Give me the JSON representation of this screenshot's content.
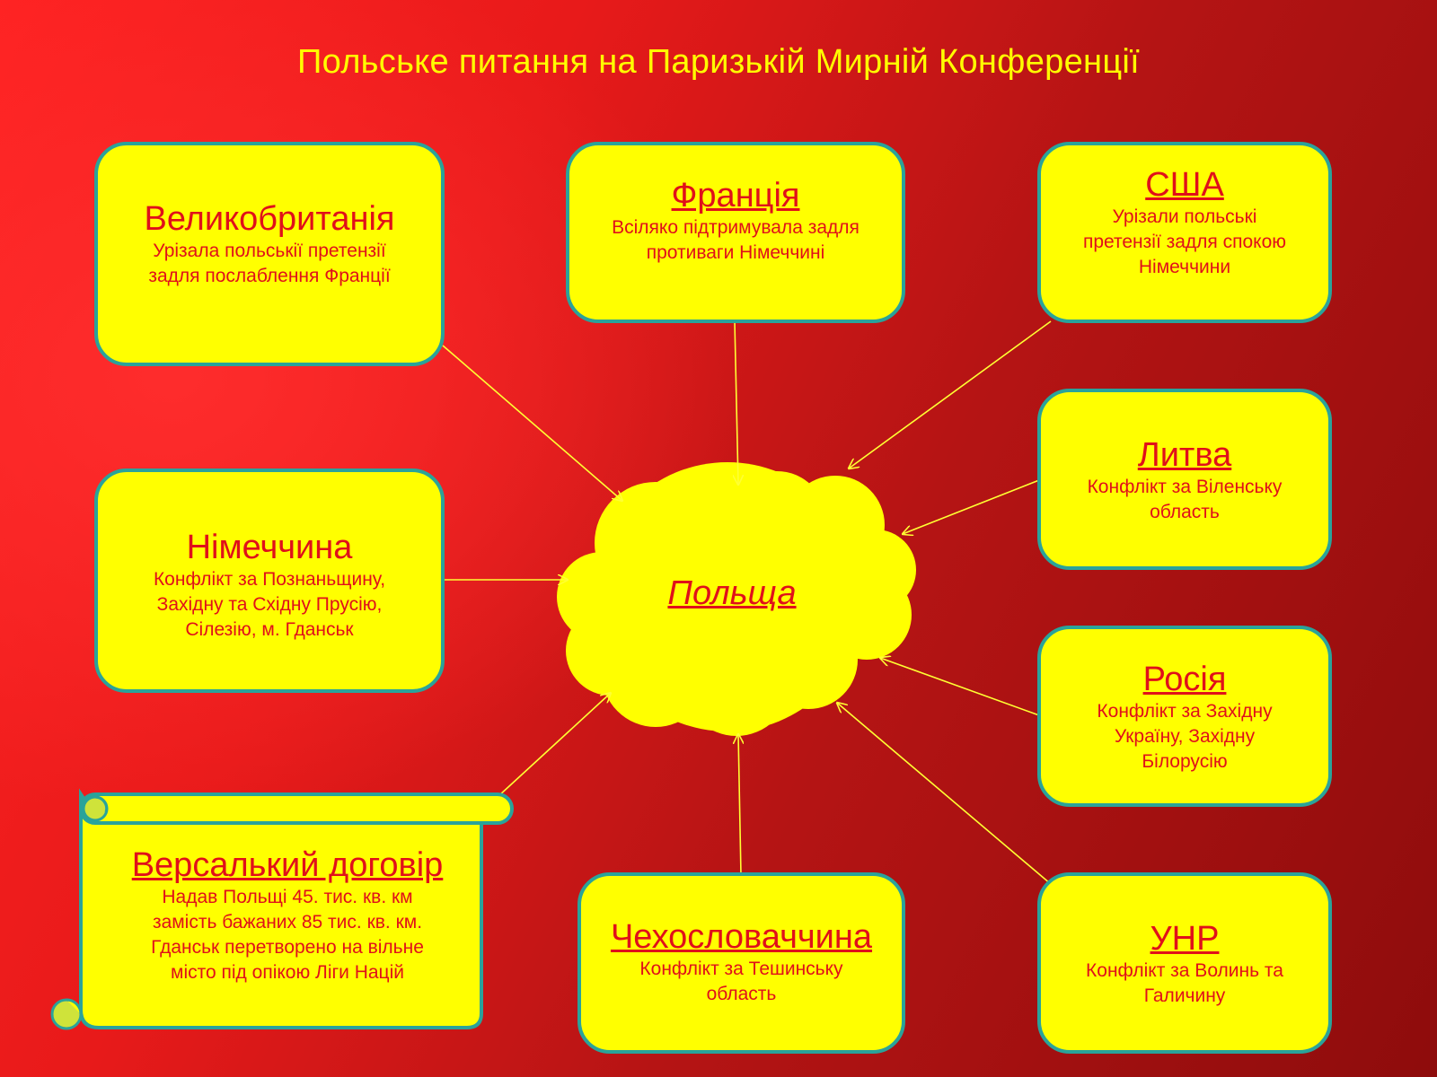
{
  "title": "Польське питання на Паризькій Мирній Конференції",
  "center": {
    "label": "Польща"
  },
  "nodes": {
    "britain": {
      "name": "Великобританія",
      "desc": "Урізала польськії претензії\nзадля послаблення Франції"
    },
    "france": {
      "name": "Франція",
      "desc": "Всіляко підтримувала задля\nпротиваги Німеччині"
    },
    "usa": {
      "name": "США",
      "desc": "Урізали польські\nпретензії задля спокою\nНімеччини"
    },
    "germany": {
      "name": "Німеччина",
      "desc": "Конфлікт за Познаньщину,\nЗахідну та Східну Прусію,\nСілезію, м. Гданськ"
    },
    "lithuania": {
      "name": "Литва",
      "desc": "Конфлікт за Віленську\nобласть"
    },
    "russia": {
      "name": "Росія",
      "desc": "Конфлікт за Західну\nУкраїну, Західну\nБілорусію"
    },
    "versailles": {
      "name": "Версалький договір",
      "desc": "Надав Польщі 45. тис. кв. км\nзамість бажаних 85 тис. кв. км.\nГданськ перетворено на вільне\nмісто під опікою Ліги Націй"
    },
    "czech": {
      "name": "Чехословаччина",
      "desc": "Конфлікт за Тешинську\nобласть"
    },
    "unr": {
      "name": "УНР",
      "desc": "Конфлікт за Волинь та\nГаличину"
    }
  },
  "colors": {
    "box_fill": "#ffff00",
    "box_border": "#2aa39a",
    "text": "#e0101a",
    "title": "#ffff00",
    "arrow": "#ffff33"
  }
}
